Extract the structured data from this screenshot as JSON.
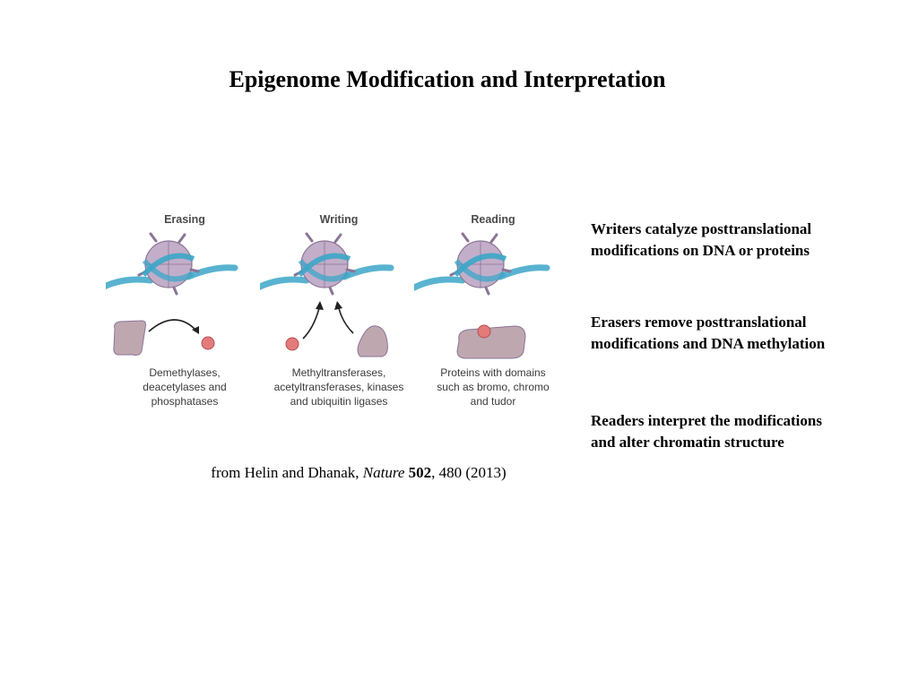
{
  "title": "Epigenome Modification and Interpretation",
  "figure": {
    "panels": [
      {
        "label": "Erasing",
        "caption": "Demethylases,\ndeacetylases and\nphosphatases"
      },
      {
        "label": "Writing",
        "caption": "Methyltransferases,\nacetyltransferases, kinases\nand ubiquitin ligases"
      },
      {
        "label": "Reading",
        "caption": "Proteins with domains\nsuch as bromo, chromo\nand tudor"
      }
    ]
  },
  "notes": [
    "Writers catalyze posttranslational\nmodifications on DNA or proteins",
    "Erasers remove posttranslational\nmodifications and DNA methylation",
    "Readers interpret the modifications\nand alter chromatin structure"
  ],
  "citation": {
    "prefix": "from Helin and Dhanak, ",
    "journal": "Nature",
    "volume": "502",
    "suffix": ", 480 (2013)"
  },
  "colors": {
    "histone": "#c2aec9",
    "histone_dark": "#8c7496",
    "dna": "#3ca6c8",
    "enzyme": "#bfa7b0",
    "mark": "#e47b7b"
  }
}
